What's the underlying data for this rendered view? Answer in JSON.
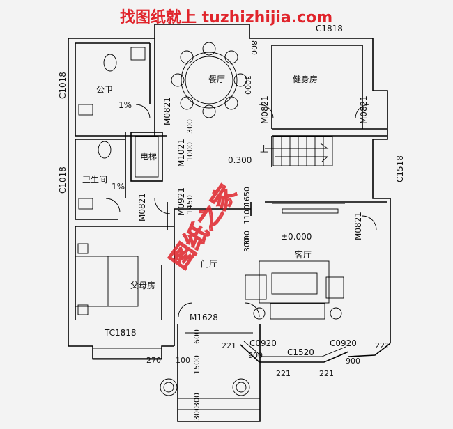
{
  "watermark_top": "找图纸就上 tuzhizhijia.com",
  "watermark_center": "图纸之家",
  "rooms": {
    "dining": "餐厅",
    "gym": "健身房",
    "public_bath": "公卫",
    "bathroom": "卫生间",
    "elevator": "电梯",
    "living": "客厅",
    "parents": "父母房",
    "foyer": "门厅"
  },
  "slopes": {
    "public_bath": "1%",
    "bathroom": "1%"
  },
  "levels": {
    "stair_landing": "0.300",
    "living": "±0.000"
  },
  "stair_up": "上",
  "windows": {
    "c1018_top": "C1018",
    "c1018_bottom": "C1018",
    "c1818_top": "C1818",
    "c1518": "C1518",
    "tc1818": "TC1818",
    "c0920_left": "C0920",
    "c1520": "C1520",
    "c0920_right": "C0920"
  },
  "doors": {
    "m0821_bath": "M0821",
    "m0821_gym_left": "M0821",
    "m0821_gym_right": "M0821",
    "m1021": "M1021",
    "m0921": "M0921",
    "m0821_bathroom": "M0821",
    "m0821_living": "M0821",
    "m1628": "M1628"
  },
  "dims": {
    "d800": "800",
    "d3000": "3000",
    "d300a": "300",
    "d1000": "1000",
    "d1450": "1450",
    "d300b": "300",
    "d1650": "1650",
    "d1100": "1100",
    "d300c": "300",
    "d270": "270",
    "d100": "100",
    "d600": "600",
    "d1500": "1500",
    "d300d": "300",
    "d300e": "300",
    "d221a": "221",
    "d900a": "900",
    "d221b": "221",
    "d221c": "221",
    "d900b": "900",
    "d221d": "221"
  }
}
